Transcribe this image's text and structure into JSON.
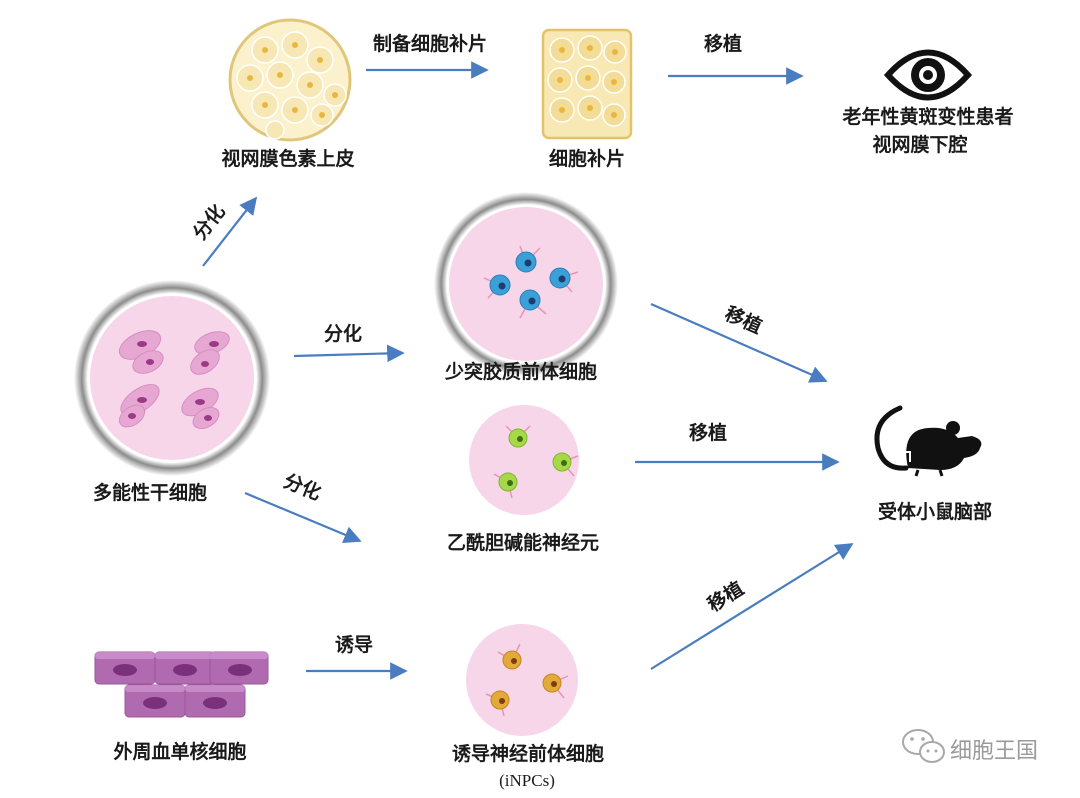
{
  "nodes": {
    "rpe": "视网膜色素上皮",
    "patch": "细胞补片",
    "patient_line1": "老年性黄斑变性患者",
    "patient_line2": "视网膜下腔",
    "ipsc": "多能性干细胞",
    "opc": "少突胶质前体细胞",
    "cholinergic": "乙酰胆碱能神经元",
    "mouse_brain": "受体小鼠脑部",
    "pbmc": "外周血单核细胞",
    "inpc": "诱导神经前体细胞",
    "inpc_abbr": "(iNPCs)"
  },
  "edges": {
    "make_patch": "制备细胞补片",
    "transplant_eye": "移植",
    "diff_rpe": "分化",
    "diff_opc": "分化",
    "diff_cholinergic": "分化",
    "transplant_opc": "移植",
    "transplant_cholinergic": "移植",
    "induce": "诱导",
    "transplant_inpc": "移植"
  },
  "watermark": "细胞王国",
  "colors": {
    "arrow": "#4a7cc0",
    "rpe_cell": "#f6e7b4",
    "rpe_nucleus": "#e8b740",
    "ipsc_bg": "#f7d6ea",
    "ipsc_cell": "#e6a8d3",
    "ipsc_nucleus": "#9a3a86",
    "opc_cell": "#3b9fd8",
    "neuron_cell": "#a7d84a",
    "inpc_cell": "#e3a93a",
    "pbmc_cell": "#b06bb0",
    "eye": "#111111",
    "mouse": "#111111"
  }
}
